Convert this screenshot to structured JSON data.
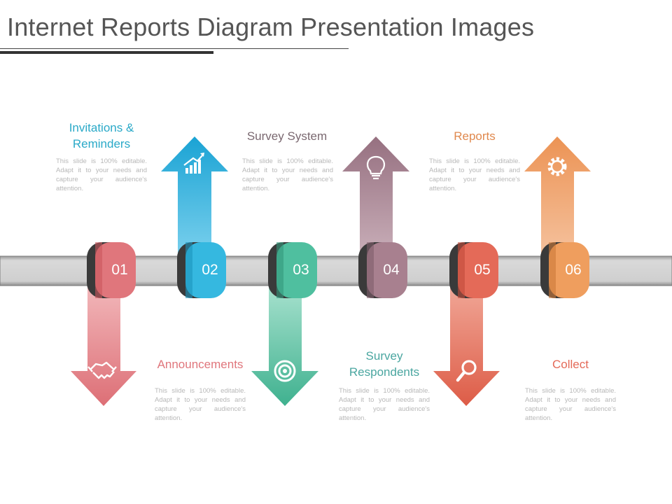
{
  "slide": {
    "title": "Internet Reports Diagram Presentation Images"
  },
  "steps": [
    {
      "number": "01",
      "label": "Invitations & Reminders",
      "color": "#e0767c",
      "direction": "down",
      "icon": "handshake-icon",
      "body": "This slide is 100% editable. Adapt it to your needs and capture your audience's attention."
    },
    {
      "number": "02",
      "label": "Announcements",
      "color": "#35b8e0",
      "direction": "up",
      "icon": "growth-chart-icon",
      "body": "This slide is 100% editable. Adapt it to your needs and capture your audience's attention."
    },
    {
      "number": "03",
      "label": "Survey System",
      "color": "#4fbf9f",
      "direction": "down",
      "icon": "target-icon",
      "body": "This slide is 100% editable. Adapt it to your needs and capture your audience's attention."
    },
    {
      "number": "04",
      "label": "Survey Respondents",
      "color": "#a8808f",
      "direction": "up",
      "icon": "lightbulb-icon",
      "body": "This slide is 100% editable. Adapt it to your needs and capture your audience's attention."
    },
    {
      "number": "05",
      "label": "Reports",
      "color": "#e46a58",
      "direction": "down",
      "icon": "magnifier-icon",
      "body": "This slide is 100% editable. Adapt it to your needs and capture your audience's attention."
    },
    {
      "number": "06",
      "label": "Collect",
      "color": "#ef9e5e",
      "direction": "up",
      "icon": "gear-icon",
      "body": "This slide is 100% editable. Adapt it to your needs and capture your audience's attention."
    }
  ],
  "label_colors": {
    "step1": "#2aa9c8",
    "step2": "#e0767c",
    "step3": "#7a6870",
    "step4": "#4aa6a0",
    "step5": "#e0894e",
    "step6": "#e46a58"
  }
}
